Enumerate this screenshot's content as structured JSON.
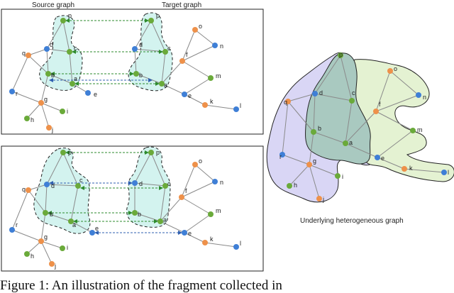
{
  "titles": {
    "source": "Source graph",
    "target": "Target graph",
    "underlying": "Underlying heterogeneous graph"
  },
  "caption": "Figure 1: An illustration of the fragment collected in",
  "colors": {
    "green": "#6aaa3a",
    "blue": "#3f7fd6",
    "orange": "#ee914a",
    "edge": "#8a8a8a",
    "hull_cyan": "#d3f3ef",
    "hull_purple": "#d9d6f5",
    "hull_green": "#e4f2d2",
    "hull_teal": "#a9c9c0",
    "match_green": "#2e8b2e",
    "match_blue": "#2f5fb0"
  },
  "labels": {
    "p": "p",
    "q": "q",
    "d": "d",
    "c": "c",
    "b": "b",
    "a": "a",
    "e": "e",
    "r": "r",
    "g": "g",
    "h": "h",
    "i": "i",
    "j": "j",
    "o": "o",
    "n": "n",
    "f": "f",
    "m": "m",
    "k": "k",
    "l": "l"
  }
}
